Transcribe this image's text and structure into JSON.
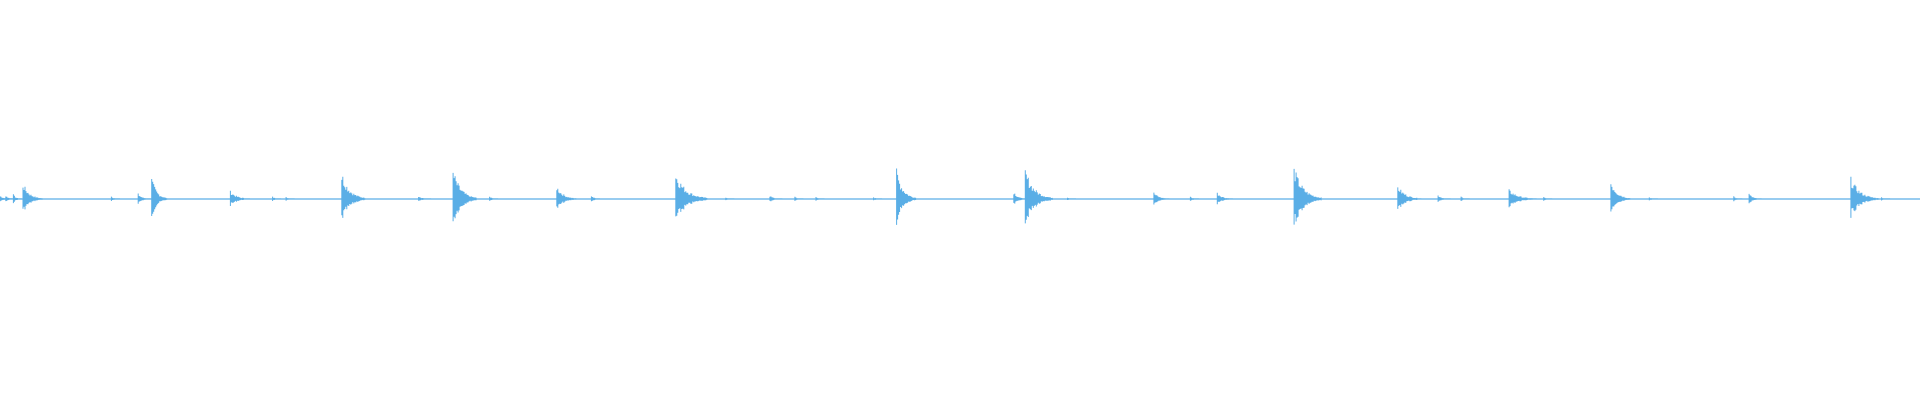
{
  "waveform": {
    "color": "#5aaee6",
    "background": "#ffffff",
    "duration_fraction_markers_note": "",
    "peaks": [
      {
        "t": 0.0,
        "amp": 0.025,
        "decay": 0.006
      },
      {
        "t": 0.003,
        "amp": 0.03,
        "decay": 0.004
      },
      {
        "t": 0.007,
        "amp": 0.035,
        "decay": 0.004
      },
      {
        "t": 0.012,
        "amp": 0.12,
        "decay": 0.01
      },
      {
        "t": 0.058,
        "amp": 0.02,
        "decay": 0.004
      },
      {
        "t": 0.072,
        "amp": 0.04,
        "decay": 0.006
      },
      {
        "t": 0.079,
        "amp": 0.16,
        "decay": 0.008
      },
      {
        "t": 0.12,
        "amp": 0.06,
        "decay": 0.01
      },
      {
        "t": 0.142,
        "amp": 0.018,
        "decay": 0.004
      },
      {
        "t": 0.149,
        "amp": 0.015,
        "decay": 0.004
      },
      {
        "t": 0.178,
        "amp": 0.2,
        "decay": 0.012
      },
      {
        "t": 0.218,
        "amp": 0.025,
        "decay": 0.006
      },
      {
        "t": 0.236,
        "amp": 0.22,
        "decay": 0.012
      },
      {
        "t": 0.255,
        "amp": 0.02,
        "decay": 0.004
      },
      {
        "t": 0.29,
        "amp": 0.1,
        "decay": 0.01
      },
      {
        "t": 0.308,
        "amp": 0.03,
        "decay": 0.004
      },
      {
        "t": 0.352,
        "amp": 0.2,
        "decay": 0.016
      },
      {
        "t": 0.378,
        "amp": 0.015,
        "decay": 0.004
      },
      {
        "t": 0.401,
        "amp": 0.025,
        "decay": 0.006
      },
      {
        "t": 0.414,
        "amp": 0.02,
        "decay": 0.004
      },
      {
        "t": 0.425,
        "amp": 0.02,
        "decay": 0.004
      },
      {
        "t": 0.455,
        "amp": 0.015,
        "decay": 0.004
      },
      {
        "t": 0.467,
        "amp": 0.22,
        "decay": 0.01
      },
      {
        "t": 0.528,
        "amp": 0.06,
        "decay": 0.006
      },
      {
        "t": 0.534,
        "amp": 0.22,
        "decay": 0.014
      },
      {
        "t": 0.556,
        "amp": 0.015,
        "decay": 0.004
      },
      {
        "t": 0.601,
        "amp": 0.05,
        "decay": 0.008
      },
      {
        "t": 0.62,
        "amp": 0.02,
        "decay": 0.004
      },
      {
        "t": 0.634,
        "amp": 0.05,
        "decay": 0.008
      },
      {
        "t": 0.674,
        "amp": 0.24,
        "decay": 0.014
      },
      {
        "t": 0.728,
        "amp": 0.1,
        "decay": 0.012
      },
      {
        "t": 0.749,
        "amp": 0.03,
        "decay": 0.006
      },
      {
        "t": 0.761,
        "amp": 0.02,
        "decay": 0.004
      },
      {
        "t": 0.786,
        "amp": 0.07,
        "decay": 0.014
      },
      {
        "t": 0.804,
        "amp": 0.015,
        "decay": 0.004
      },
      {
        "t": 0.839,
        "amp": 0.14,
        "decay": 0.01
      },
      {
        "t": 0.859,
        "amp": 0.015,
        "decay": 0.004
      },
      {
        "t": 0.903,
        "amp": 0.02,
        "decay": 0.004
      },
      {
        "t": 0.911,
        "amp": 0.04,
        "decay": 0.006
      },
      {
        "t": 0.964,
        "amp": 0.16,
        "decay": 0.014
      },
      {
        "t": 0.98,
        "amp": 0.015,
        "decay": 0.004
      }
    ]
  }
}
